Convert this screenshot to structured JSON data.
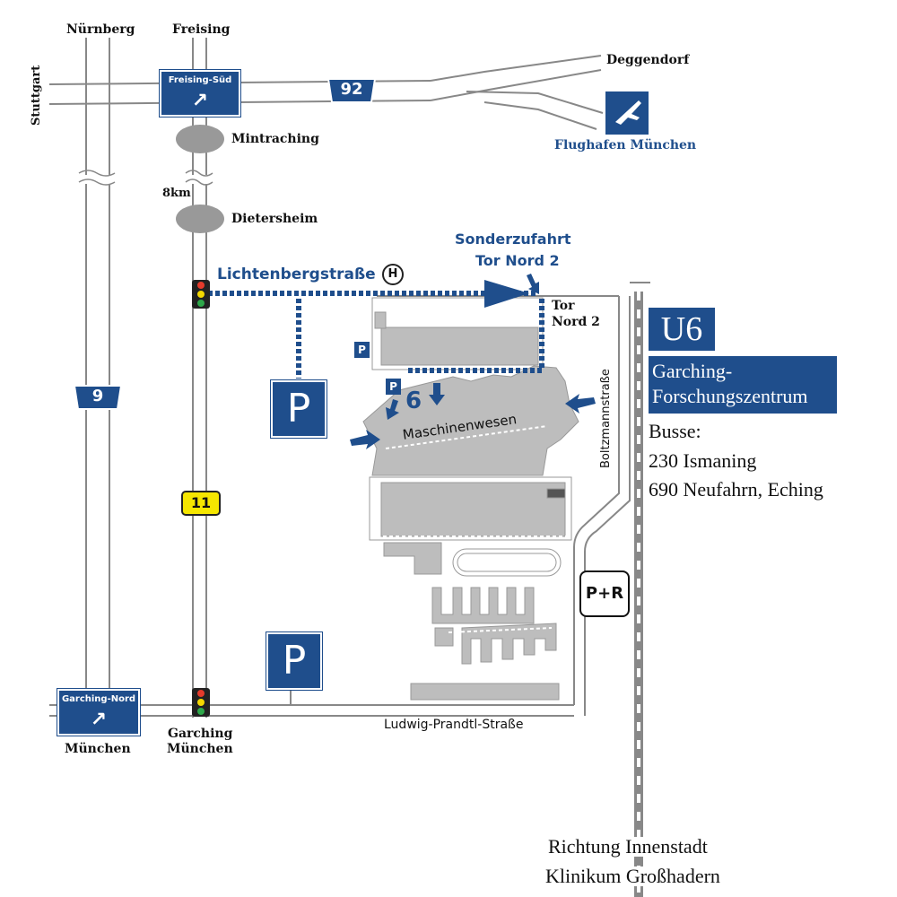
{
  "places": {
    "nuernberg": "Nürnberg",
    "freising": "Freising",
    "stuttgart": "Stuttgart",
    "deggendorf": "Deggendorf",
    "mintraching": "Mintraching",
    "dietersheim": "Dietersheim",
    "distance": "8km",
    "muenchen_left": "München",
    "garching_muenchen_line1": "Garching",
    "garching_muenchen_line2": "München"
  },
  "airport": {
    "label": "Flughafen München",
    "icon": "airplane-icon"
  },
  "signs": {
    "freising_sued": "Freising-Süd",
    "garching_nord": "Garching-Nord",
    "arrow": "↗"
  },
  "road_shields": {
    "a92": "92",
    "a9": "9",
    "b11": "11"
  },
  "streets": {
    "lichtenbergstrasse": "Lichtenbergstraße",
    "boltzmannstrasse": "Boltzmannstraße",
    "ludwig_prandtl": "Ludwig-Prandtl-Straße",
    "maschinenwesen": "Maschinenwesen"
  },
  "entrance": {
    "sonderzufahrt_line1": "Sonderzufahrt",
    "sonderzufahrt_line2": "Tor Nord 2",
    "tor_line1": "Tor",
    "tor_line2": "Nord 2",
    "building_number": "6"
  },
  "parking": {
    "p": "P",
    "park_ride": "P+R",
    "bus_stop": "H"
  },
  "transit": {
    "u6": "U6",
    "station_line1": "Garching-",
    "station_line2": "Forschungszentrum",
    "busse": "Busse:",
    "bus1": "230 Ismaning",
    "bus2": "690 Neufahrn, Eching",
    "richtung_line1": "Richtung Innenstadt",
    "richtung_line2": "Klinikum Großhadern"
  },
  "colors": {
    "blue": "#1f4e8c",
    "gray": "#bcbcbc",
    "road": "#888888",
    "yellow": "#f5e600"
  }
}
